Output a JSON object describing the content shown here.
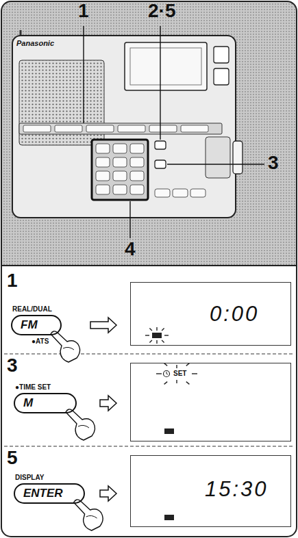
{
  "diagram": {
    "nodes": [
      {
        "text": [
          "REAL/DUAL",
          "FM",
          "●ATS"
        ]
      },
      {
        "text": [
          "0:00"
        ]
      },
      {
        "text": [
          "●TIME SET",
          "M"
        ]
      },
      {
        "text": [
          "SET"
        ]
      },
      {
        "text": [
          "DISPLAY",
          "ENTER"
        ]
      },
      {
        "text": [
          "15:30"
        ]
      }
    ],
    "edges": [
      {
        "from": 0,
        "to": 1,
        "arrow": "to"
      },
      {
        "from": 2,
        "to": 3,
        "arrow": "to"
      },
      {
        "from": 4,
        "to": 5,
        "arrow": "to"
      }
    ],
    "labels": [
      "Panasonic",
      "1",
      "2·5",
      "3",
      "4",
      "1",
      "3",
      "5"
    ]
  }
}
